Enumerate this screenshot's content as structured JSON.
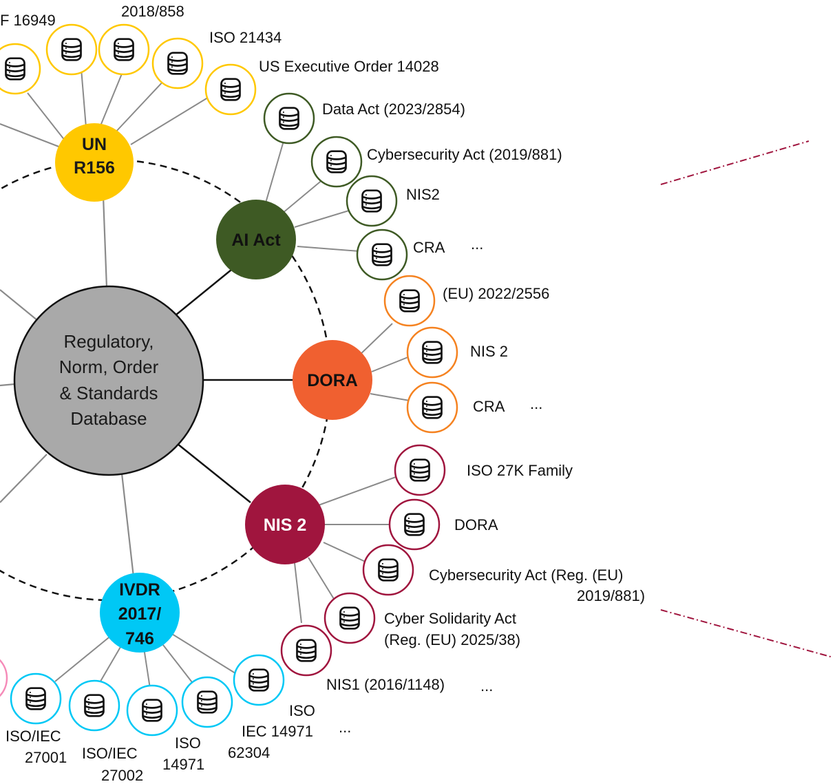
{
  "center": {
    "lines": [
      "Regulatory,",
      "Norm, Order",
      "& Standards",
      "Database"
    ]
  },
  "colors": {
    "unr156": "#FFC800",
    "ai_act": "#3E5A24",
    "dora": "#F06030",
    "nis2": "#A0153E",
    "ivdr": "#00C8F5",
    "center": "#A9A9A9",
    "neighbor": "#F58AB8"
  },
  "hubs": {
    "unr156": {
      "label": [
        "UN",
        "R156"
      ],
      "items": [
        "F 16949",
        "2018/858",
        "ISO 21434",
        "US Executive Order 14028"
      ]
    },
    "ai_act": {
      "label": [
        "AI Act"
      ],
      "items": [
        "Data Act (2023/2854)",
        "Cybersecurity Act (2019/881)",
        "NIS2",
        "CRA"
      ],
      "more": "..."
    },
    "dora": {
      "label": [
        "DORA"
      ],
      "items": [
        "(EU) 2022/2556",
        "NIS 2",
        "CRA"
      ],
      "more": "..."
    },
    "nis2": {
      "label": [
        "NIS 2"
      ],
      "items": [
        "ISO 27K Family",
        "DORA"
      ],
      "cyber_act": [
        "Cybersecurity Act (Reg. (EU)",
        "2019/881)"
      ],
      "solidarity": [
        "Cyber Solidarity Act",
        "(Reg. (EU) 2025/38)"
      ],
      "nis1": "NIS1 (2016/1148)",
      "more": "..."
    },
    "ivdr": {
      "label": [
        "IVDR",
        "2017/",
        "746"
      ],
      "iso27001": [
        "ISO/IEC",
        "27001"
      ],
      "iso27002": [
        "ISO/IEC",
        "27002"
      ],
      "iso14971": [
        "ISO",
        "14971"
      ],
      "iso62304": [
        "ISO",
        "62304"
      ],
      "iec14971": "IEC 14971",
      "more": "..."
    }
  }
}
